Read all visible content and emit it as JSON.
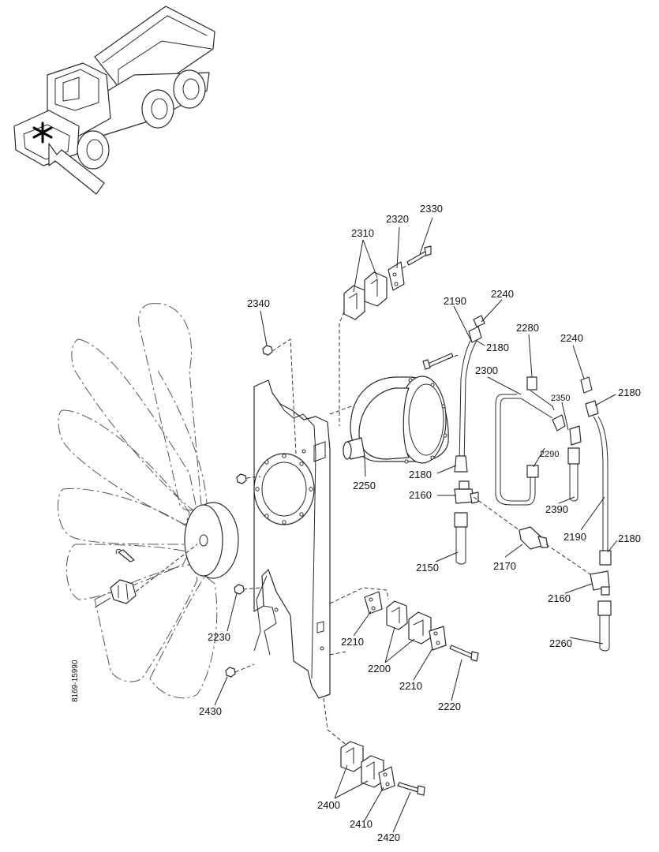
{
  "drawing_number": "8169-15990",
  "callouts": {
    "c2330": "2330",
    "c2320": "2320",
    "c2310": "2310",
    "c2340": "2340",
    "c2190a": "2190",
    "c2240a": "2240",
    "c2180a": "2180",
    "c2280": "2280",
    "c2240b": "2240",
    "c2300": "2300",
    "c2350": "2350",
    "c2180b": "2180",
    "c2290": "2290",
    "c2250": "2250",
    "c2180c": "2180",
    "c2160a": "2160",
    "c2390": "2390",
    "c2190b": "2190",
    "c2180d": "2180",
    "c2150": "2150",
    "c2170": "2170",
    "c2160b": "2160",
    "c2260": "2260",
    "c2230": "2230",
    "c2210a": "2210",
    "c2200": "2200",
    "c2210b": "2210",
    "c2220": "2220",
    "c2430": "2430",
    "c2400": "2400",
    "c2410": "2410",
    "c2420": "2420"
  }
}
